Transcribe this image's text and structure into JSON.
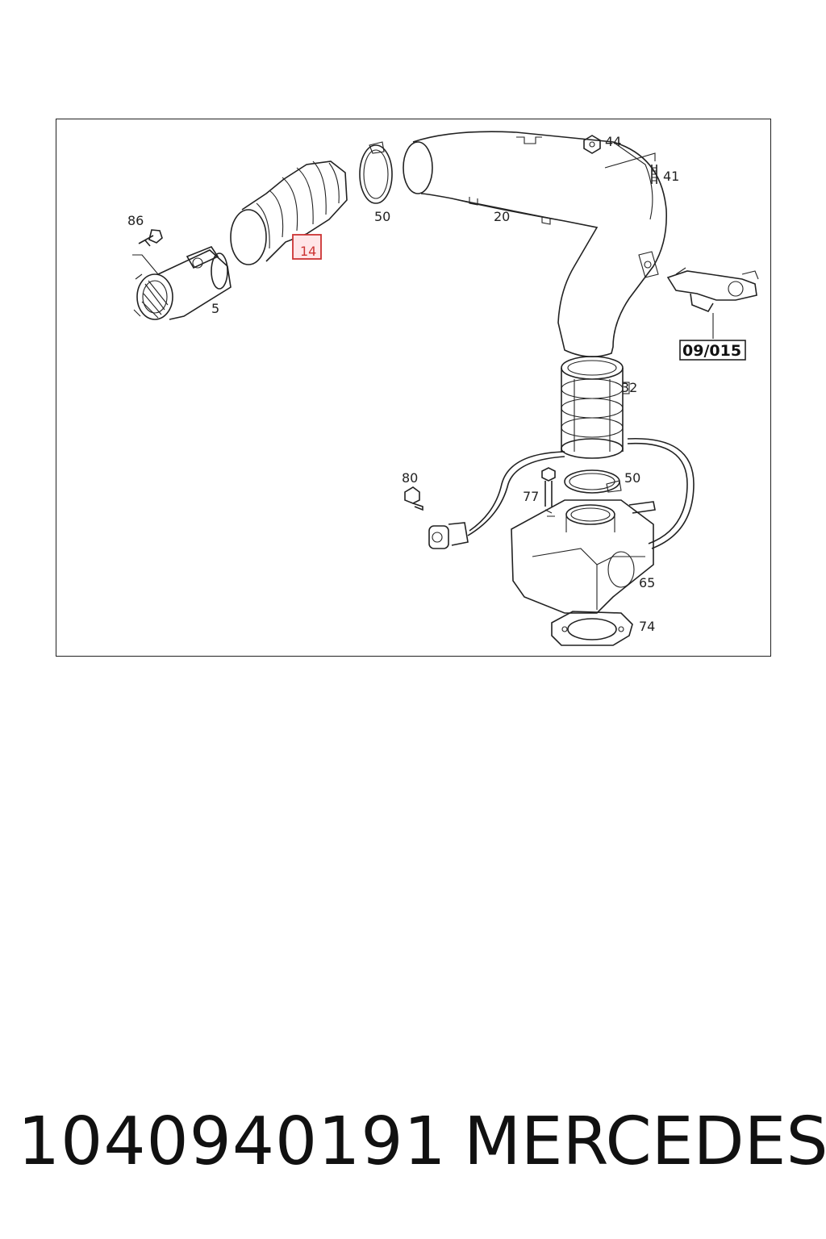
{
  "diagram": {
    "labels": [
      "86",
      "5",
      "14",
      "50",
      "20",
      "44",
      "41",
      "32",
      "50",
      "77",
      "80",
      "65",
      "74"
    ],
    "reference": "09/015",
    "highlight_color": "#cc3333"
  },
  "footer": {
    "part_number": "1040940191",
    "brand": "MERCEDES"
  }
}
